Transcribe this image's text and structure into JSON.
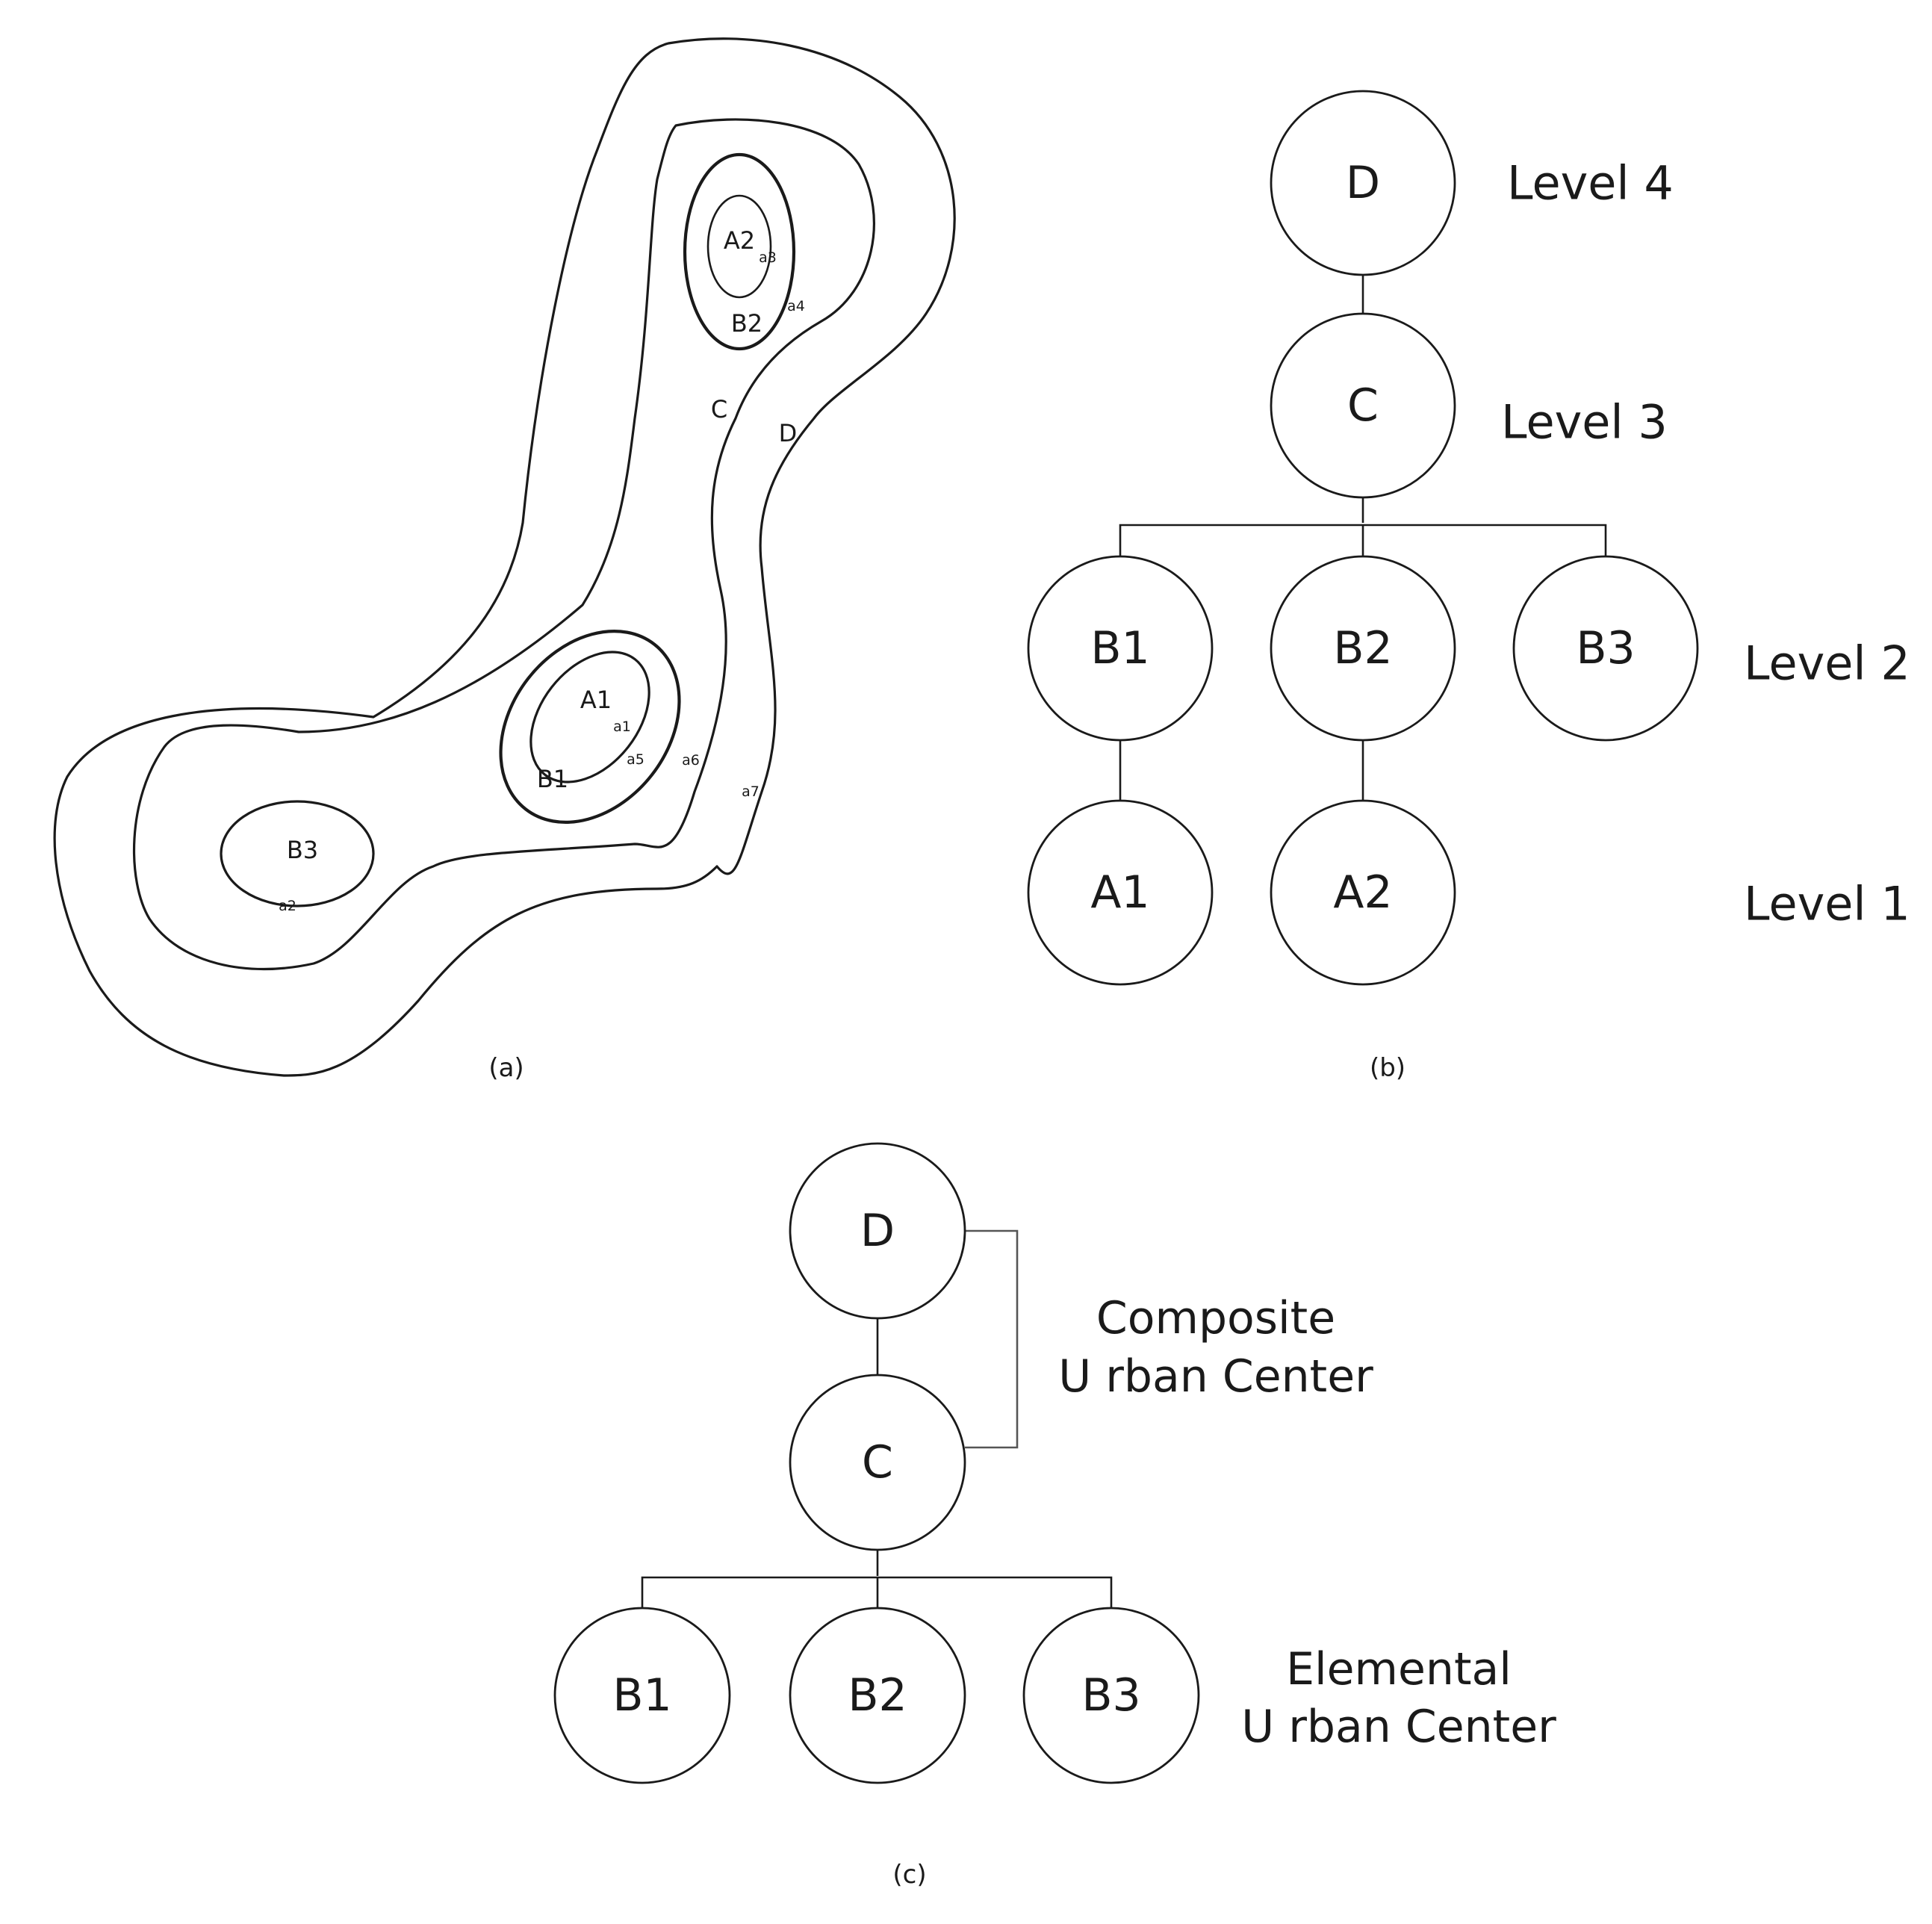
{
  "panel_a": {
    "caption": "(a)",
    "contour_labels": {
      "A1": "A1",
      "A2": "A2",
      "B1": "B1",
      "B2": "B2",
      "B3": "B3",
      "C": "C",
      "D": "D"
    },
    "points": {
      "a1": "a1",
      "a2": "a2",
      "a3": "a3",
      "a4": "a4",
      "a5": "a5",
      "a6": "a6",
      "a7": "a7"
    }
  },
  "panel_b": {
    "caption": "(b)",
    "nodes": {
      "D": "D",
      "C": "C",
      "B1": "B1",
      "B2": "B2",
      "B3": "B3",
      "A1": "A1",
      "A2": "A2"
    },
    "levels": {
      "level4": "Level 4",
      "level3": "Level 3",
      "level2": "Level 2",
      "level1": "Level 1"
    }
  },
  "panel_c": {
    "caption": "(c)",
    "nodes": {
      "D": "D",
      "C": "C",
      "B1": "B1",
      "B2": "B2",
      "B3": "B3"
    },
    "groups": {
      "composite_line1": "Composite",
      "composite_line2": "U rban Center",
      "elemental_line1": "Elemental",
      "elemental_line2": "U rban Center"
    }
  }
}
